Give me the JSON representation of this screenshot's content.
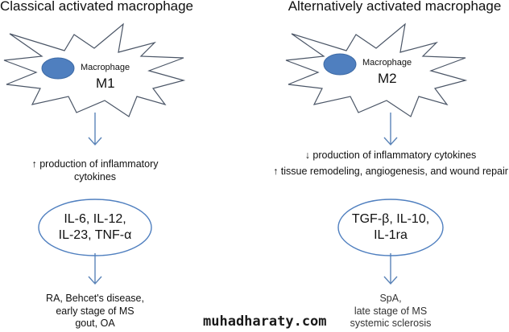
{
  "left": {
    "title": "Classical activated macrophage",
    "cell_label": "Macrophage",
    "cell_type": "M1",
    "effect_lines": [
      "↑ production of inflammatory",
      "cytokines"
    ],
    "cytokines_lines": [
      "IL-6, IL-12,",
      "IL-23, TNF-α"
    ],
    "diseases_lines": [
      "RA, Behcet's disease,",
      "early stage of MS",
      "gout, OA"
    ]
  },
  "right": {
    "title": "Alternatively activated macrophage",
    "cell_label": "Macrophage",
    "cell_type": "M2",
    "effect_lines": [
      "↓ production of inflammatory cytokines",
      "↑ tissue remodeling, angiogenesis, and wound repair"
    ],
    "cytokines_lines": [
      "TGF-β, IL-10,",
      "IL-1ra"
    ],
    "diseases_lines": [
      "SpA,",
      "late stage of MS",
      "systemic sclerosis"
    ]
  },
  "watermark": "muhadharaty.com",
  "colors": {
    "nucleus": "#4f7fbf",
    "outline": "#4a5566",
    "arrow": "#5b84b8",
    "ellipse": "#4f7fbf"
  }
}
